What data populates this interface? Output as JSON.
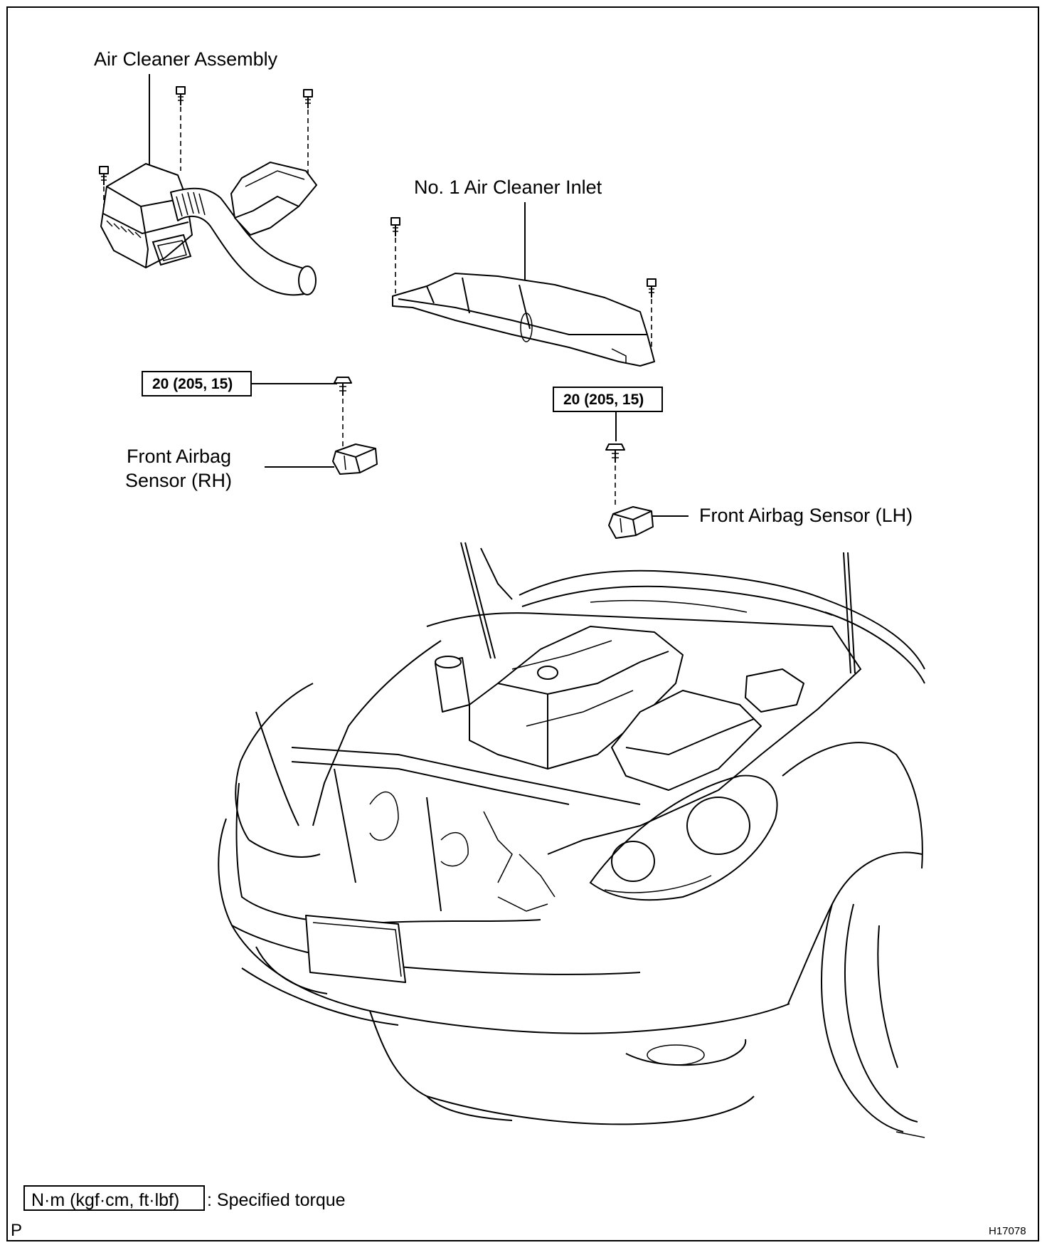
{
  "labels": {
    "air_cleaner_assembly": "Air Cleaner Assembly",
    "air_cleaner_inlet": "No. 1 Air Cleaner Inlet",
    "airbag_rh_line1": "Front Airbag",
    "airbag_rh_line2": "Sensor (RH)",
    "airbag_lh": "Front Airbag Sensor (LH)"
  },
  "torque": {
    "rh": "20 (205, 15)",
    "lh": "20 (205, 15)"
  },
  "legend": {
    "unit_box": "N·m (kgf·cm, ft·lbf)",
    "text": ": Specified torque"
  },
  "footer": {
    "left_mark": "P",
    "figure_code": "H17078"
  },
  "icons": {
    "bolt": "bolt-icon",
    "sensor": "airbag-sensor-icon"
  }
}
